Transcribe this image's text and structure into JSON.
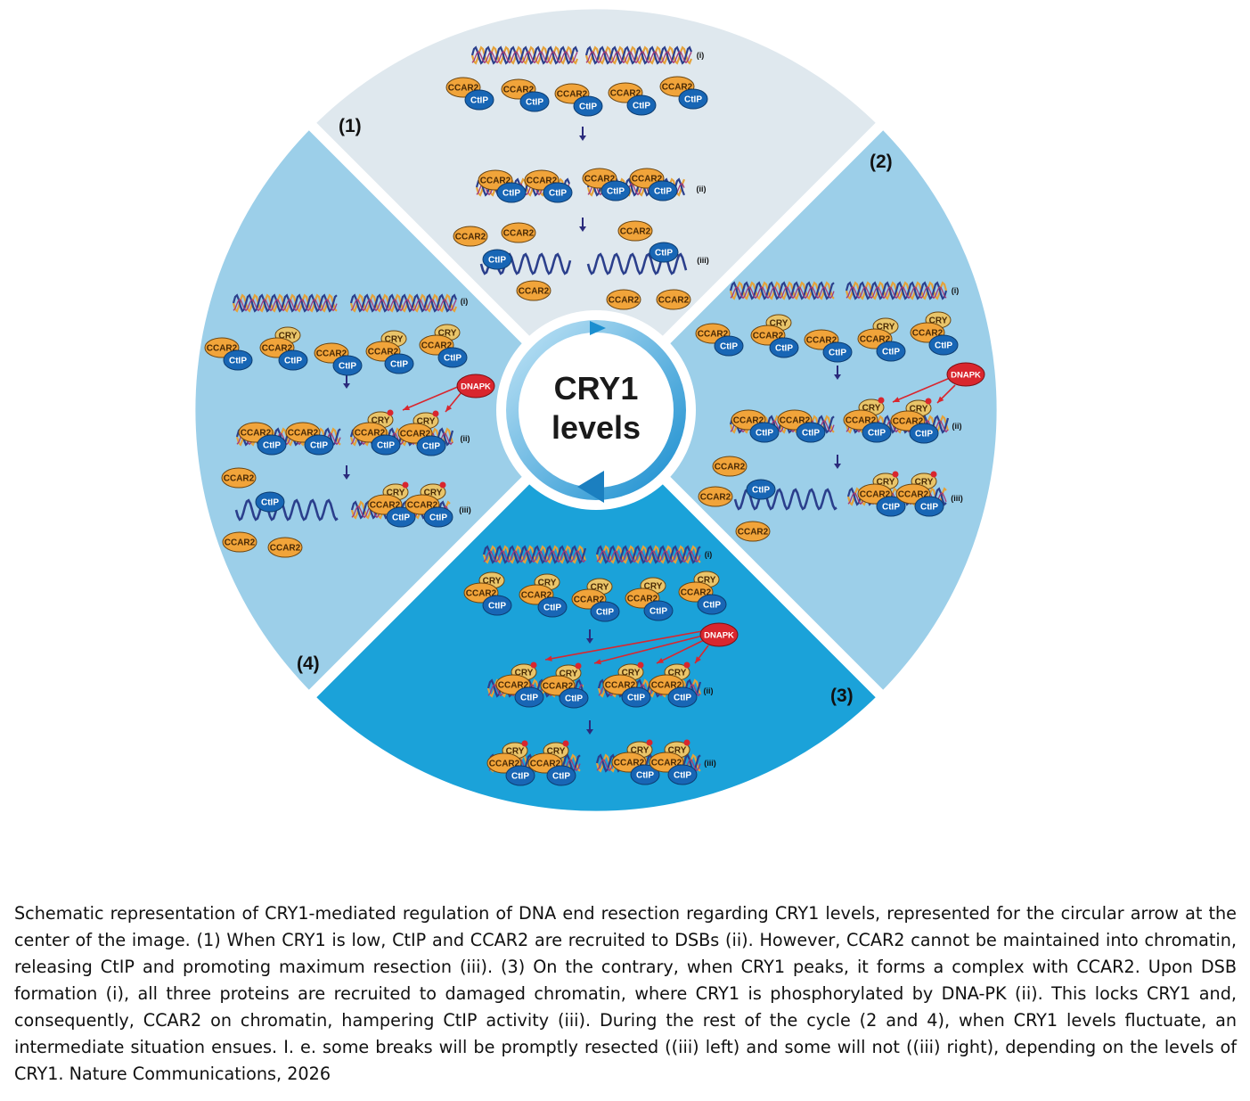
{
  "diagram": {
    "center_label_line1": "CRY1",
    "center_label_line2": "levels",
    "sections": [
      {
        "id": "1",
        "label": "(1)",
        "color": "#dfe8ee"
      },
      {
        "id": "2",
        "label": "(2)",
        "color": "#9ccfe9"
      },
      {
        "id": "3",
        "label": "(3)",
        "color": "#1ba2d9"
      },
      {
        "id": "4",
        "label": "(4)",
        "color": "#9ccfe9"
      }
    ],
    "step_labels": {
      "i": "(i)",
      "ii": "(ii)",
      "iii": "(iii)"
    },
    "protein_labels": {
      "ccar2": "CCAR2",
      "ctip": "CtIP",
      "cry": "CRY",
      "dnapk": "DNAPK"
    },
    "colors": {
      "ccar2": "#f1a43a",
      "ctip": "#1866b5",
      "cry": "#e9c56a",
      "dnapk": "#d9262e",
      "arrow": "#2b2b7c",
      "phospho": "#d9262e"
    }
  },
  "caption": "Schematic representation of CRY1-mediated regulation of DNA end resection regarding CRY1 levels, represented for the circular arrow at the center of the image. (1) When CRY1 is low, CtIP and CCAR2 are recruited to DSBs (ii). However, CCAR2 cannot be maintained into chromatin, releasing CtIP and promoting maximum resection (iii). (3) On the contrary, when CRY1 peaks, it forms a complex with CCAR2. Upon DSB formation (i), all three proteins are recruited to damaged chromatin, where CRY1 is phosphorylated by DNA-PK (ii). This locks CRY1 and, consequently, CCAR2 on chromatin, hampering CtIP activity (iii). During the rest of the cycle (2 and 4), when CRY1 levels fluctuate, an intermediate situation ensues. I. e. some breaks will be promptly resected ((iii) left) and some will not ((iii) right), depending on the levels of CRY1. Nature Communications, 2026"
}
